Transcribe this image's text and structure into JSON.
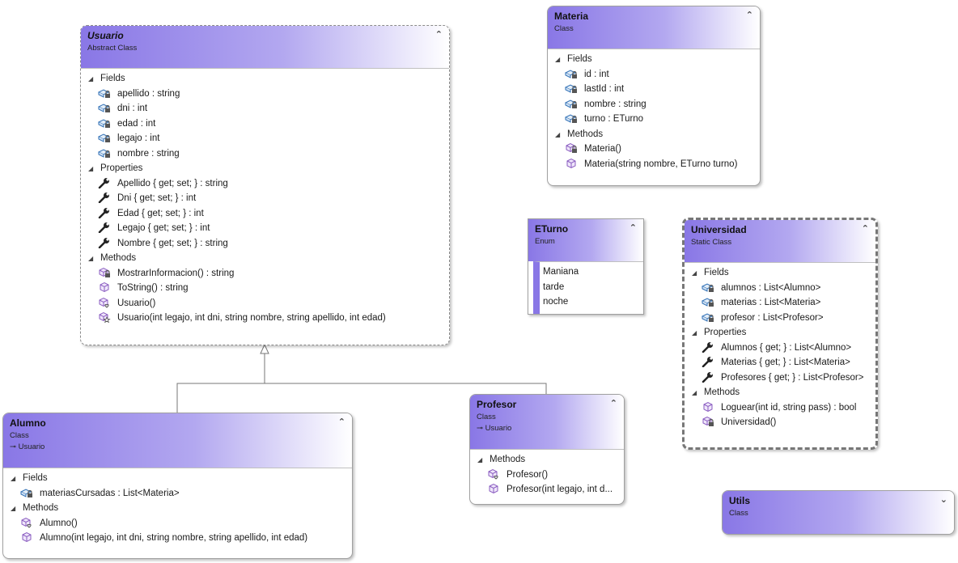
{
  "classes": {
    "usuario": {
      "name": "Usuario",
      "kind": "Abstract Class",
      "fields_label": "Fields",
      "fields": [
        "apellido : string",
        "dni : int",
        "edad : int",
        "legajo : int",
        "nombre : string"
      ],
      "properties_label": "Properties",
      "properties": [
        "Apellido { get; set; } : string",
        "Dni { get; set; } : int",
        "Edad { get; set; } : int",
        "Legajo { get; set; } : int",
        "Nombre { get; set; } : string"
      ],
      "methods_label": "Methods",
      "methods": [
        "MostrarInformacion() : string",
        "ToString() : string",
        "Usuario()",
        "Usuario(int legajo, int dni, string nombre, string apellido, int edad)"
      ]
    },
    "materia": {
      "name": "Materia",
      "kind": "Class",
      "fields_label": "Fields",
      "fields": [
        "id : int",
        "lastId : int",
        "nombre : string",
        "turno : ETurno"
      ],
      "methods_label": "Methods",
      "methods": [
        "Materia()",
        "Materia(string nombre, ETurno turno)"
      ]
    },
    "eturno": {
      "name": "ETurno",
      "kind": "Enum",
      "values": [
        "Maniana",
        "tarde",
        "noche"
      ]
    },
    "universidad": {
      "name": "Universidad",
      "kind": "Static Class",
      "fields_label": "Fields",
      "fields": [
        "alumnos : List<Alumno>",
        "materias : List<Materia>",
        "profesor : List<Profesor>"
      ],
      "properties_label": "Properties",
      "properties": [
        "Alumnos { get; } : List<Alumno>",
        "Materias { get; } : List<Materia>",
        "Profesores { get; } : List<Profesor>"
      ],
      "methods_label": "Methods",
      "methods": [
        "Loguear(int id, string pass) : bool",
        "Universidad()"
      ]
    },
    "alumno": {
      "name": "Alumno",
      "kind": "Class",
      "inherits": "Usuario",
      "fields_label": "Fields",
      "fields": [
        "materiasCursadas : List<Materia>"
      ],
      "methods_label": "Methods",
      "methods": [
        "Alumno()",
        "Alumno(int legajo, int dni, string nombre, string apellido, int edad)"
      ]
    },
    "profesor": {
      "name": "Profesor",
      "kind": "Class",
      "inherits": "Usuario",
      "methods_label": "Methods",
      "methods": [
        "Profesor()",
        "Profesor(int legajo, int d..."
      ]
    },
    "utils": {
      "name": "Utils",
      "kind": "Class"
    }
  },
  "glyphs": {
    "collapse": "⌃",
    "collapse_double": "»",
    "expand_double": "»",
    "section_expanded": "◢",
    "inherits_arrow": "⊸"
  },
  "colors": {
    "header_gradient_start": "#8977e6",
    "enum_bar": "#8977e6",
    "icon_blue": "#2f6fb5",
    "icon_purple": "#8a5cc0"
  }
}
